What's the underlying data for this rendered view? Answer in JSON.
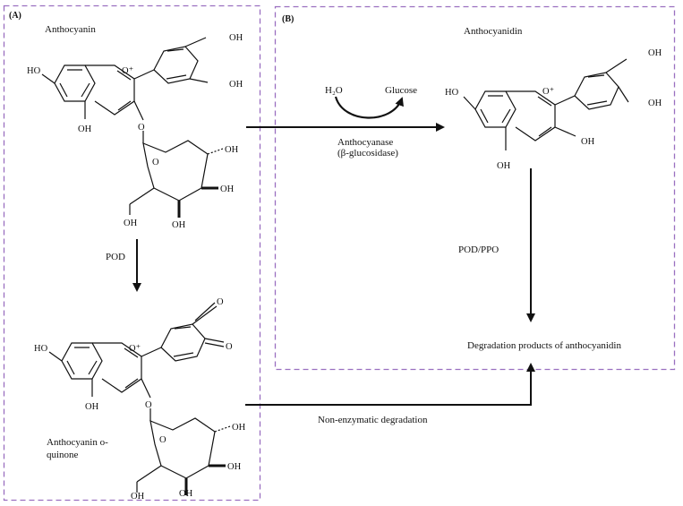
{
  "panels": {
    "a": "(A)",
    "b": "(B)"
  },
  "labels": {
    "anthocyanin": "Anthocyanin",
    "anthocyanidin": "Anthocyanidin",
    "pod": "POD",
    "pod_ppo": "POD/PPO",
    "h2o": "H₂O",
    "glucose": "Glucose",
    "anthocyanase": "Anthocyanase",
    "beta_glucosidase": "(β-glucosidase)",
    "quinone_line1": "Anthocyanin o-",
    "quinone_line2": "quinone",
    "degradation_products": "Degradation products of anthocyanidin",
    "non_enzymatic": "Non-enzymatic degradation"
  },
  "atoms": {
    "oh": "OH",
    "ho": "HO",
    "o": "O",
    "o_plus": "O⁺"
  },
  "colors": {
    "panel_border": "#9a6fc0",
    "ink": "#111111"
  }
}
